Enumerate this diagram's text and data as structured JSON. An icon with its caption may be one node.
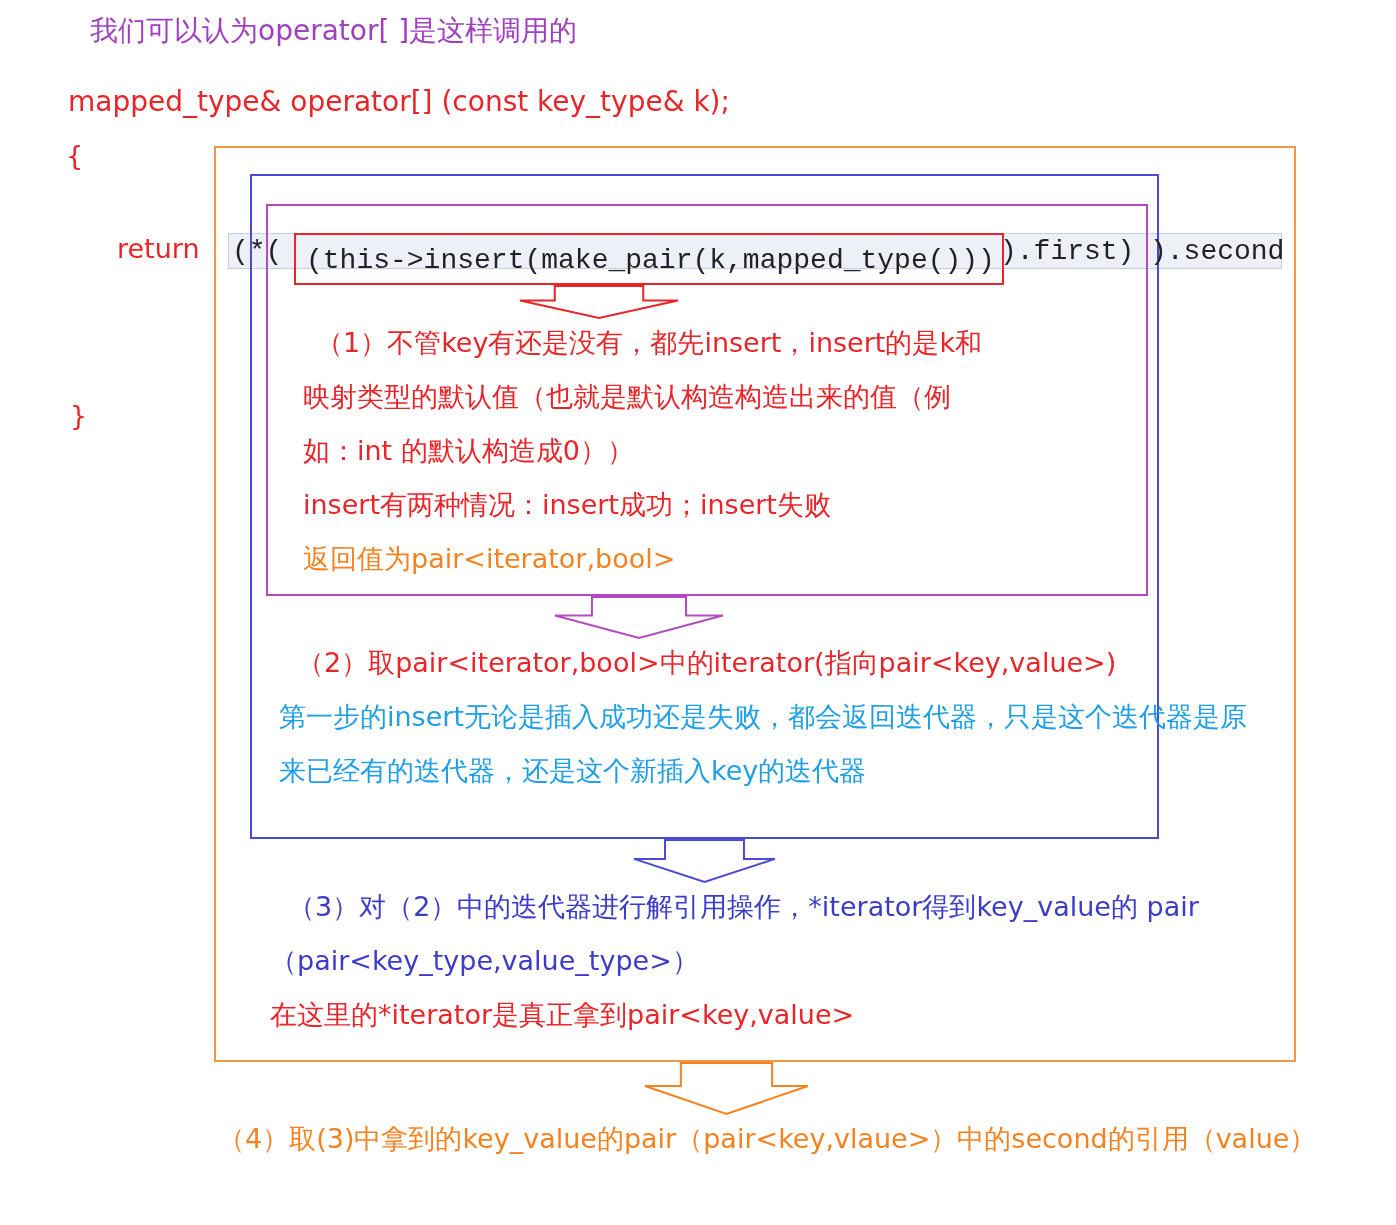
{
  "diagram": {
    "title": "我们可以认为operator[ ]是这样调用的",
    "nodes": [
      {
        "text": [],
        "shape": "box"
      },
      {
        "text": [],
        "shape": "box",
        "in": 0
      },
      {
        "text": [],
        "shape": "box",
        "in": 1
      },
      {
        "text": [
          "(this->insert(make_pair(k,mapped_type()))"
        ],
        "in": 2
      },
      {
        "text": [
          "（1）不管key有还是没有，都先insert，insert的是k和映射类型的默认值（也就是默认构造构造出来的值（例如：int 的默认构造成0））",
          "insert有两种情况：insert成功；insert失败",
          "返回值为pair<iterator,bool>"
        ],
        "in": 2
      },
      {
        "text": [
          "（2）取pair<iterator,bool>中的iterator(指向pair<key,value>)",
          "第一步的insert无论是插入成功还是失败，都会返回迭代器，只是这个迭代器是原来已经有的迭代器，还是这个新插入key的迭代器"
        ],
        "in": 1
      },
      {
        "text": [
          "（3）对（2）中的迭代器进行解引用操作，*iterator得到key_value的 pair（pair<key_type,value_type>）",
          "在这里的*iterator是真正拿到pair<key,value>"
        ],
        "in": 0
      },
      {
        "text": [
          "（4）取(3)中拿到的key_value的pair（pair<key,vlaue>）中的second的引用（value）"
        ]
      }
    ],
    "edges": [
      {
        "from": 3,
        "to": 4,
        "arrow": "to",
        "color": "#e8262a"
      },
      {
        "from": 2,
        "to": 5,
        "arrow": "to",
        "color": "#b04cc0"
      },
      {
        "from": 1,
        "to": 6,
        "arrow": "to",
        "color": "#4a4ad6"
      },
      {
        "from": 0,
        "to": 7,
        "arrow": "to",
        "color": "#f5821f"
      }
    ],
    "labels": [
      "mapped_type& operator[] (const key_type& k);",
      "{",
      "return",
      "(*(",
      ").first)",
      ").second",
      "}"
    ]
  }
}
